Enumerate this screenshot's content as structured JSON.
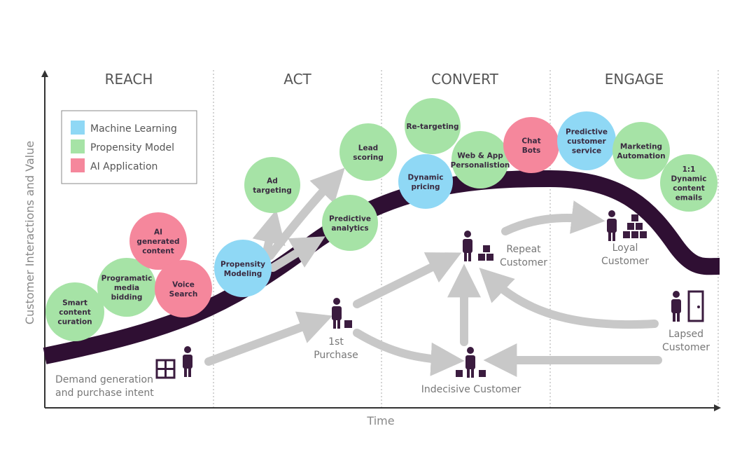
{
  "phases": [
    "REACH",
    "ACT",
    "CONVERT",
    "ENGAGE"
  ],
  "axes": {
    "y_label": "Customer Interactions and Value",
    "x_label": "Time"
  },
  "legend": [
    {
      "label": "Machine Learning",
      "color": "#8fd8f5"
    },
    {
      "label": "Propensity Model",
      "color": "#a6e3a6"
    },
    {
      "label": "AI Application",
      "color": "#f5879c"
    }
  ],
  "bubbles": [
    {
      "lines": [
        "Smart",
        "content",
        "curation"
      ],
      "kind": "propensity"
    },
    {
      "lines": [
        "Programatic",
        "media",
        "bidding"
      ],
      "kind": "propensity"
    },
    {
      "lines": [
        "AI",
        "generated",
        "content"
      ],
      "kind": "ai"
    },
    {
      "lines": [
        "Voice",
        "Search"
      ],
      "kind": "ai"
    },
    {
      "lines": [
        "Propensity",
        "Modeling"
      ],
      "kind": "ml"
    },
    {
      "lines": [
        "Ad",
        "targeting"
      ],
      "kind": "propensity"
    },
    {
      "lines": [
        "Lead",
        "scoring"
      ],
      "kind": "propensity"
    },
    {
      "lines": [
        "Predictive",
        "analytics"
      ],
      "kind": "propensity"
    },
    {
      "lines": [
        "Re-targeting"
      ],
      "kind": "propensity"
    },
    {
      "lines": [
        "Dynamic",
        "pricing"
      ],
      "kind": "ml"
    },
    {
      "lines": [
        "Web & App",
        "Personalistion"
      ],
      "kind": "propensity"
    },
    {
      "lines": [
        "Chat",
        "Bots"
      ],
      "kind": "ai"
    },
    {
      "lines": [
        "Predictive",
        "customer",
        "service"
      ],
      "kind": "ml"
    },
    {
      "lines": [
        "Marketing",
        "Automation"
      ],
      "kind": "propensity"
    },
    {
      "lines": [
        "1:1",
        "Dynamic",
        "content",
        "emails"
      ],
      "kind": "propensity"
    }
  ],
  "stages": [
    {
      "name": "demand",
      "lines": [
        "Demand generation",
        "and purchase intent"
      ]
    },
    {
      "name": "first-purchase",
      "lines": [
        "1st",
        "Purchase"
      ]
    },
    {
      "name": "repeat",
      "lines": [
        "Repeat",
        "Customer"
      ]
    },
    {
      "name": "loyal",
      "lines": [
        "Loyal",
        "Customer"
      ]
    },
    {
      "name": "indecisive",
      "lines": [
        "Indecisive Customer"
      ]
    },
    {
      "name": "lapsed",
      "lines": [
        "Lapsed",
        "Customer"
      ]
    }
  ]
}
